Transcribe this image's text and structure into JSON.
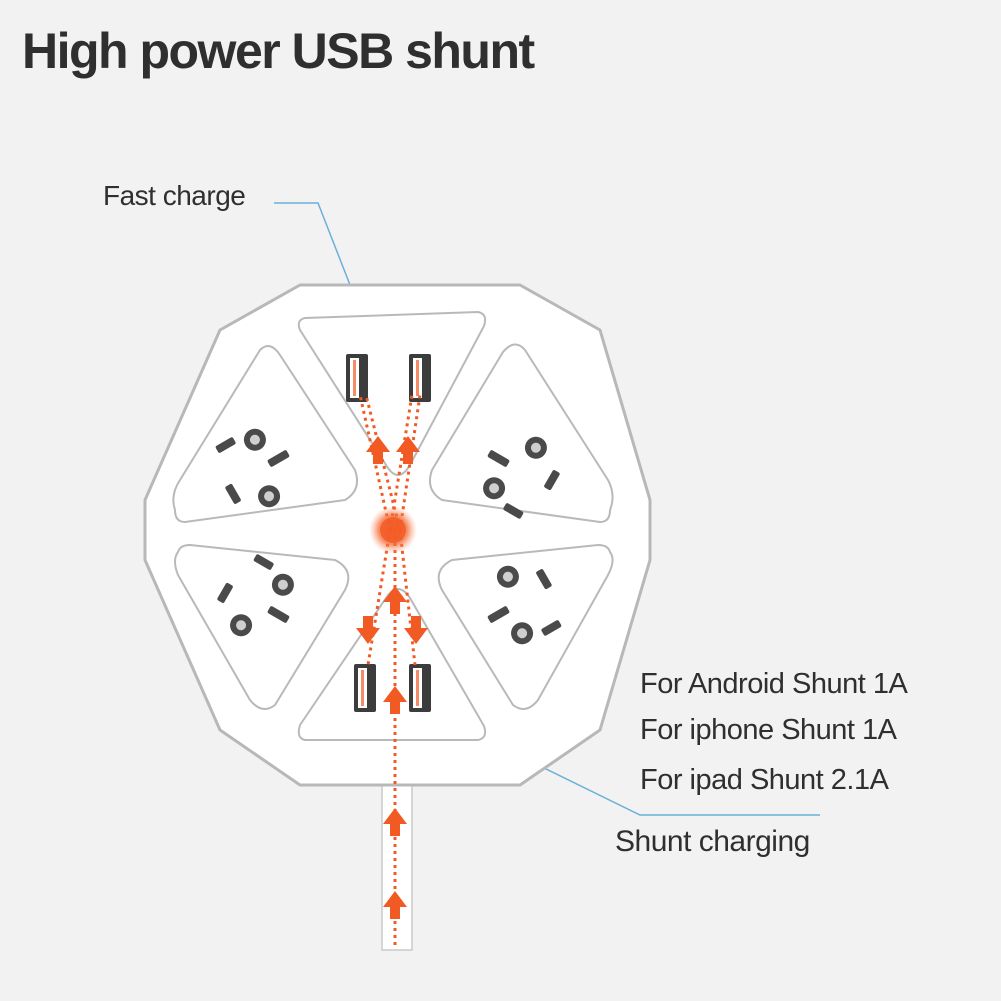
{
  "title": "High power USB shunt",
  "callouts": {
    "fast_charge": "Fast charge",
    "shunt_charging": "Shunt charging"
  },
  "specs": [
    "For Android Shunt 1A",
    "For iphone Shunt 1A",
    "For ipad Shunt 2.1A"
  ],
  "colors": {
    "accent": "#f25a24",
    "callout_line": "#6ab0d8",
    "text": "#2f2f2f",
    "body": "#ffffff",
    "outline": "#b8b8b8"
  },
  "icons": [
    "usb-port-icon",
    "power-outlet-icon",
    "arrow-up-icon",
    "arrow-down-icon",
    "center-indicator-icon"
  ]
}
